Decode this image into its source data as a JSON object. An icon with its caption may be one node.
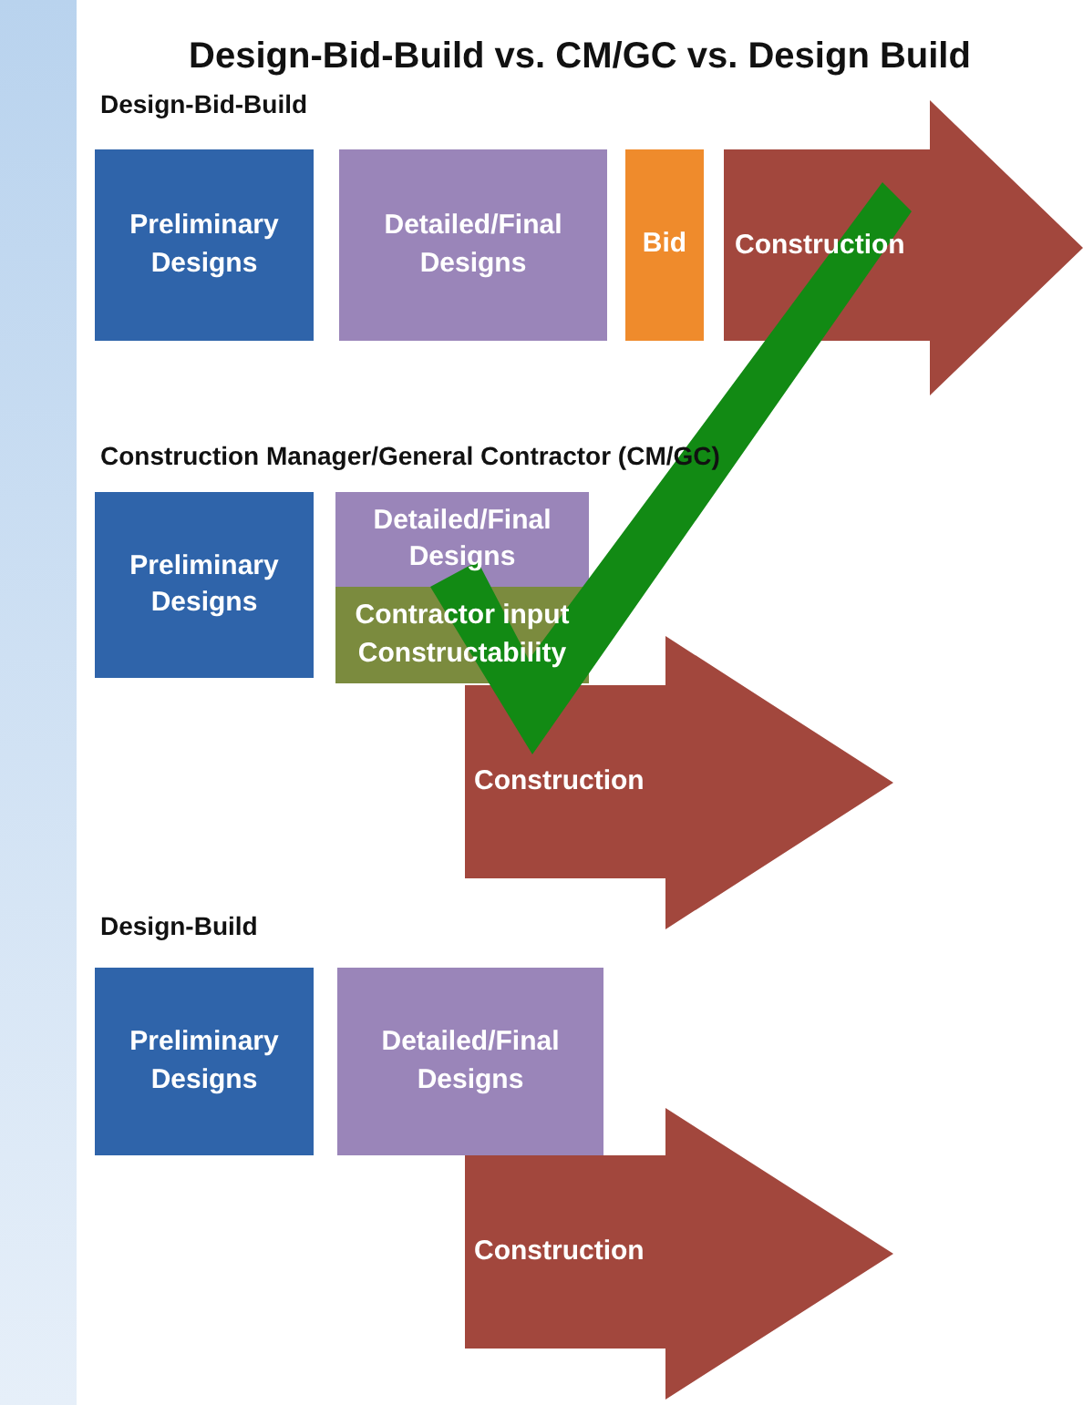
{
  "diagram": {
    "title": "Design-Bid-Build vs. CM/GC vs. Design Build",
    "nodes": [
      {
        "text": [
          "Preliminary Designs"
        ]
      },
      {
        "text": [
          "Detailed/Final Designs"
        ]
      },
      {
        "text": [
          "Bid"
        ]
      },
      {
        "text": [
          "Construction"
        ]
      },
      {
        "text": [
          "Preliminary Designs"
        ]
      },
      {
        "text": [
          "Detailed/Final Designs"
        ]
      },
      {
        "text": [
          "Contractor input Constructability"
        ]
      },
      {
        "text": [
          "Construction"
        ]
      },
      {
        "text": [
          "Preliminary Designs"
        ]
      },
      {
        "text": [
          "Detailed/Final Designs"
        ]
      },
      {
        "text": [
          "Construction"
        ]
      }
    ],
    "labels": [
      "Design-Bid-Build",
      "Construction Manager/General Contractor (CM/GC)",
      "Design-Build"
    ]
  }
}
